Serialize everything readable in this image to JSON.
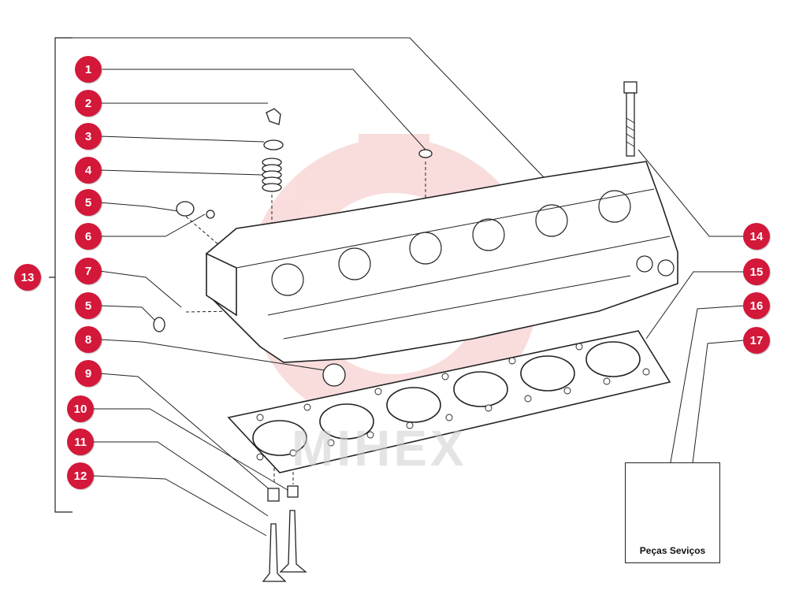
{
  "watermark": {
    "text": "MIHEX"
  },
  "callouts": [
    {
      "number": "1"
    },
    {
      "number": "2"
    },
    {
      "number": "3"
    },
    {
      "number": "4"
    },
    {
      "number": "5"
    },
    {
      "number": "6"
    },
    {
      "number": "7"
    },
    {
      "number": "5"
    },
    {
      "number": "8"
    },
    {
      "number": "9"
    },
    {
      "number": "10"
    },
    {
      "number": "11"
    },
    {
      "number": "12"
    },
    {
      "number": "13"
    },
    {
      "number": "14"
    },
    {
      "number": "15"
    },
    {
      "number": "16"
    },
    {
      "number": "17"
    }
  ],
  "service_box": {
    "label": "Peças Seviços"
  },
  "colors": {
    "badge": "#d3183a",
    "line": "#222222",
    "watermark_gear": "#f3c4c4"
  }
}
